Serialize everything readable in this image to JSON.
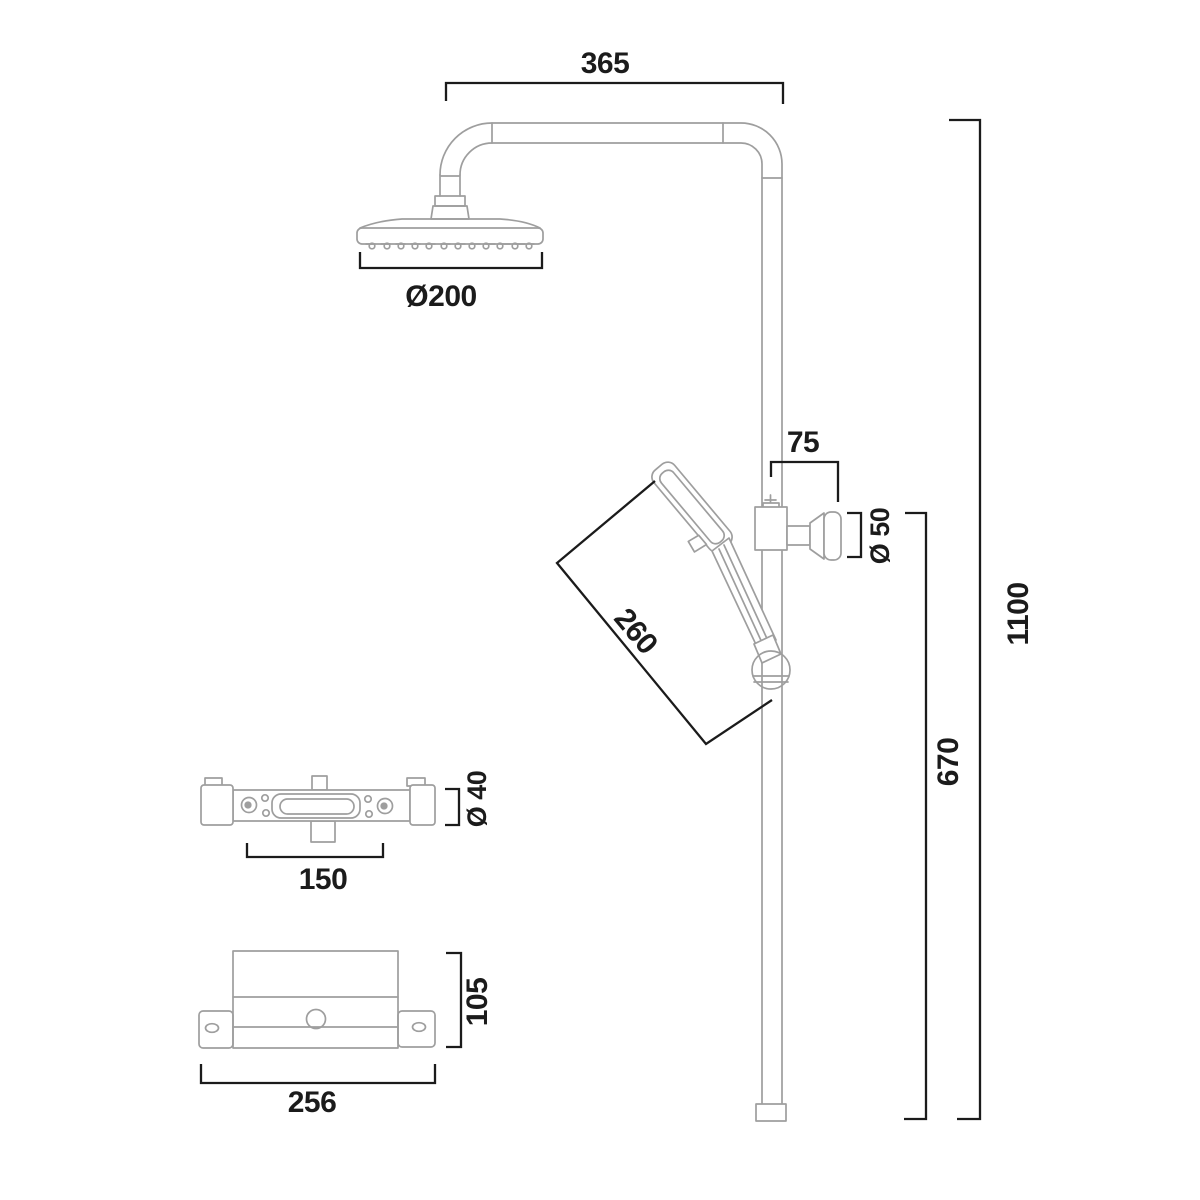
{
  "dimensions": {
    "arm_reach": "365",
    "head_diameter": "Ø200",
    "slider_offset": "75",
    "knob_diameter": "Ø 50",
    "hand_shower_length": "260",
    "riser_height": "670",
    "total_height": "1100",
    "valve_diameter": "Ø 40",
    "valve_centers": "150",
    "bracket_height": "105",
    "bracket_width": "256"
  },
  "colors": {
    "background": "#ffffff",
    "product_line": "#9e9e9e",
    "dimension_line": "#1b1b1b"
  }
}
